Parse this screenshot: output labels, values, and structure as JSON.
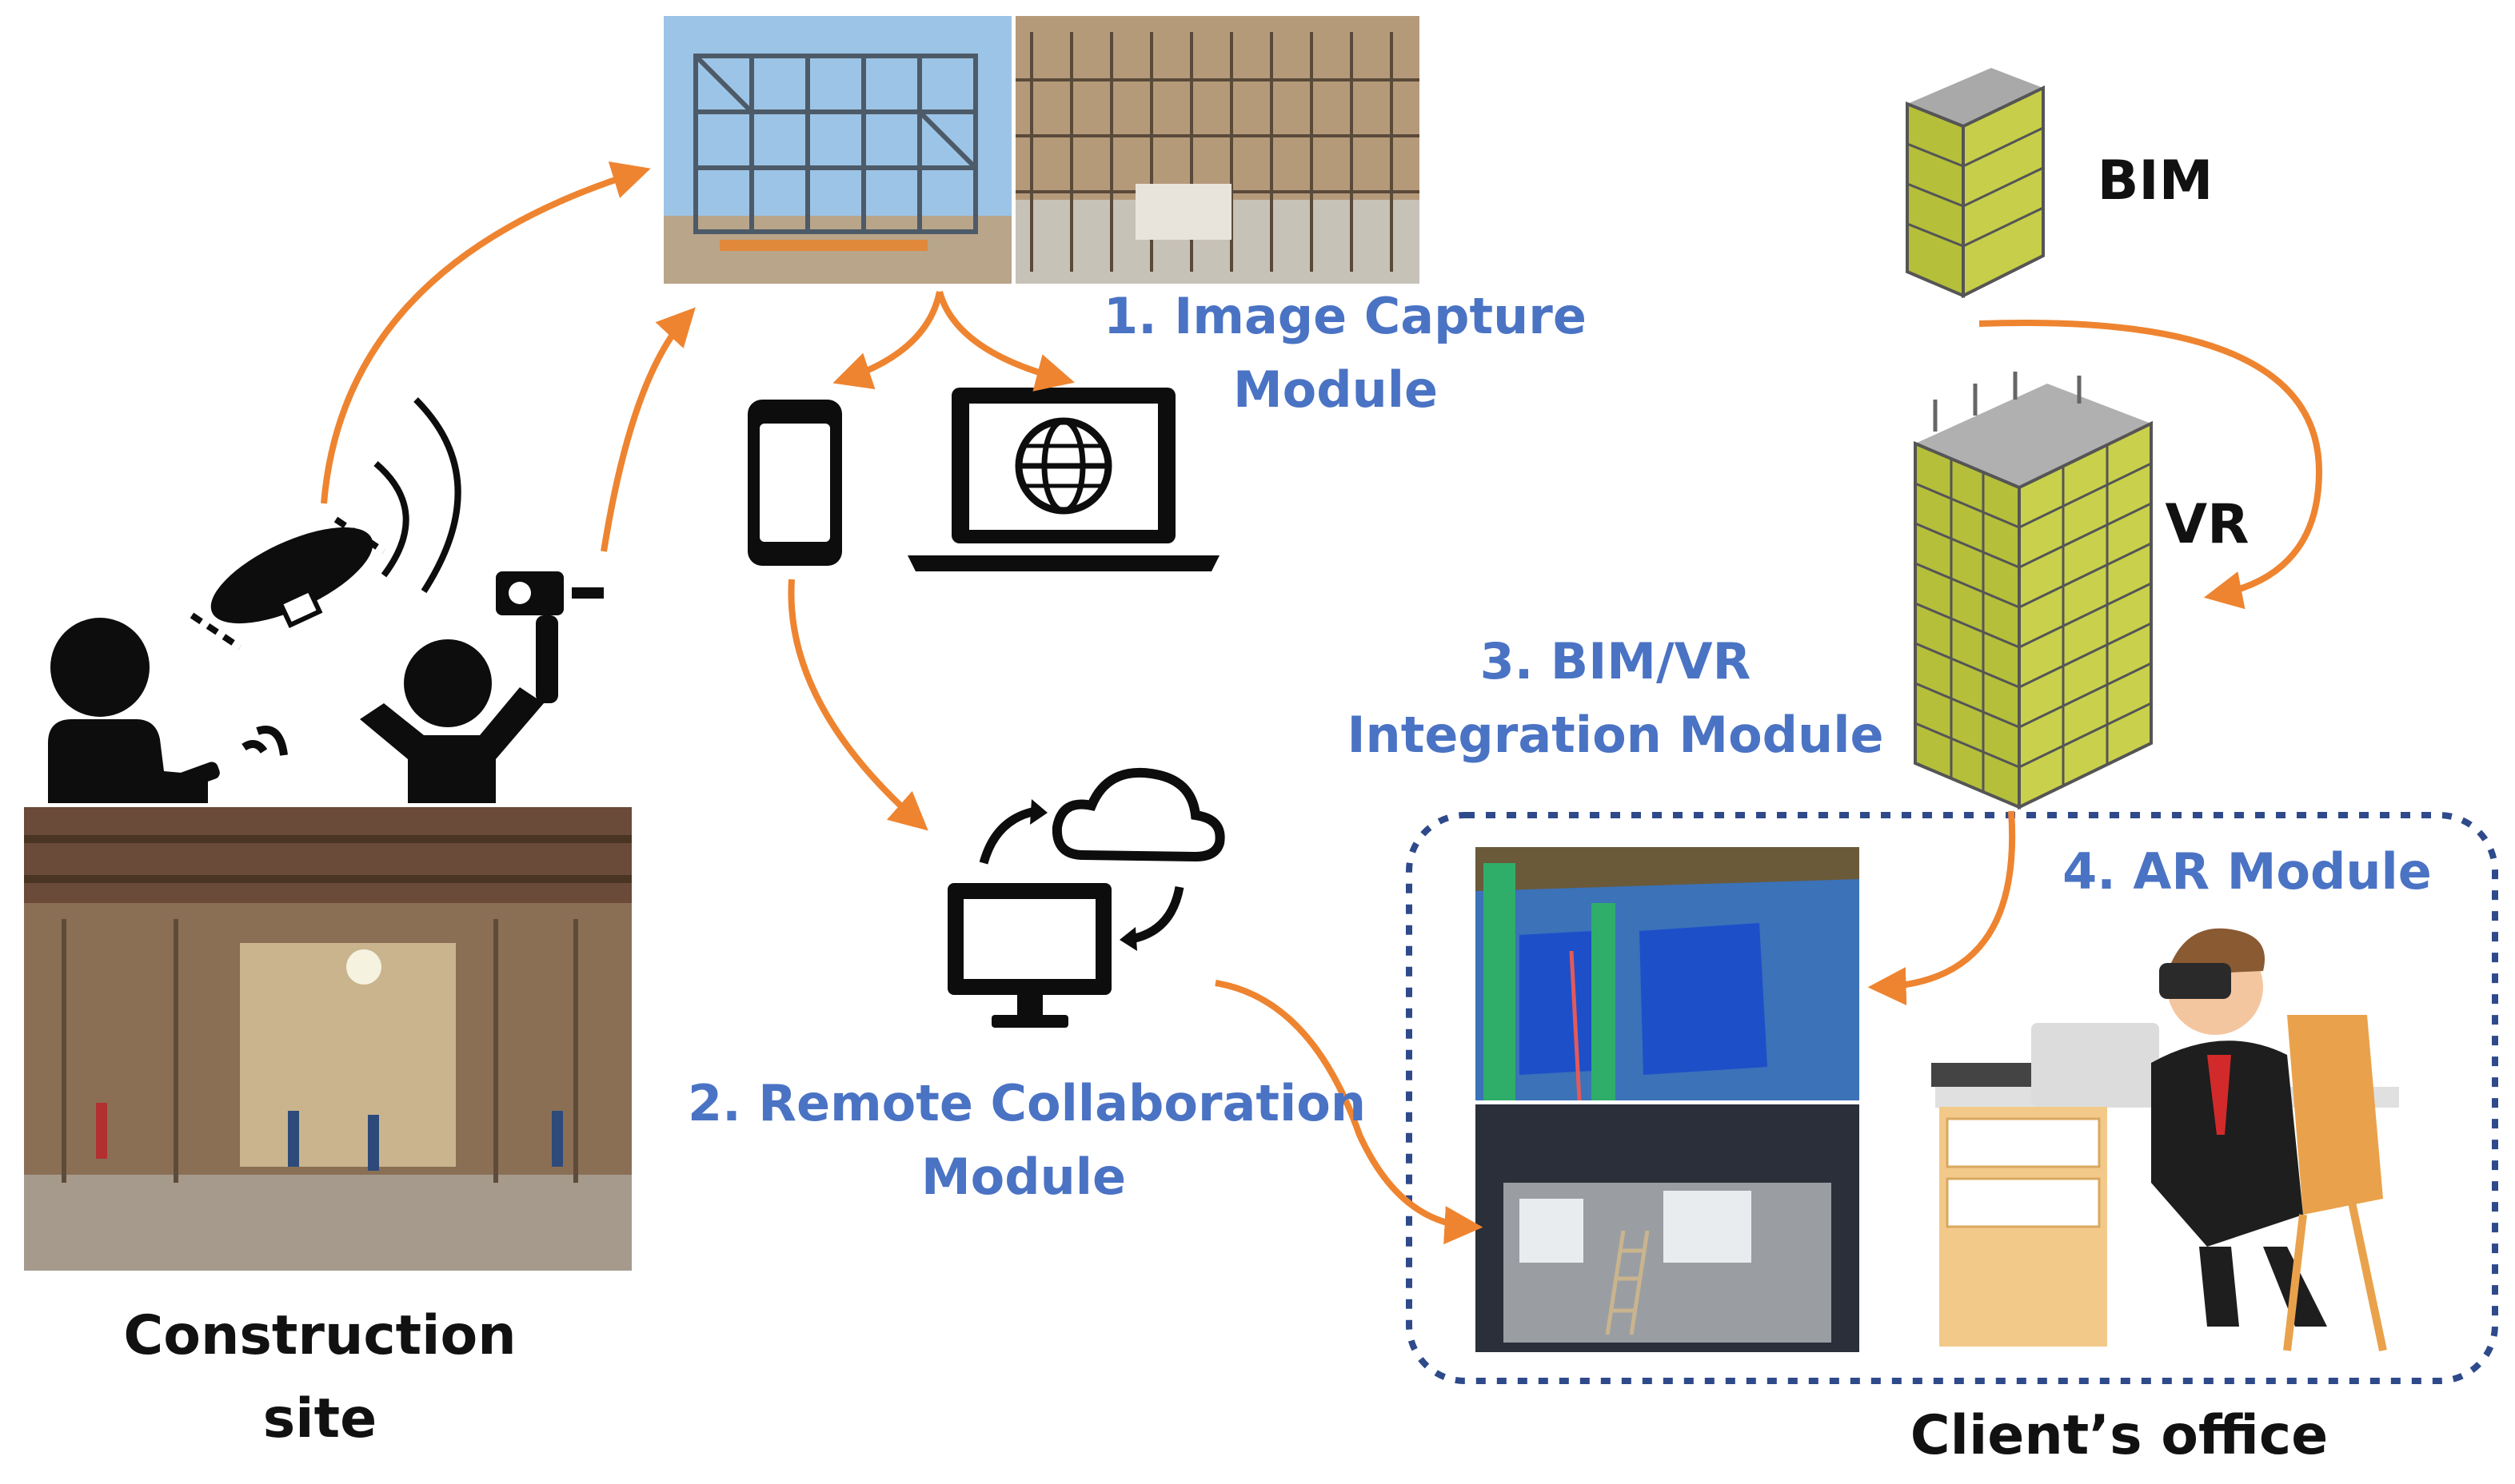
{
  "modules": {
    "image_capture": {
      "line1": "1. Image Capture",
      "line2": "Module"
    },
    "remote_collab": {
      "line1": "2. Remote Collaboration",
      "line2": "Module"
    },
    "bim_vr": {
      "line1": "3. BIM/VR",
      "line2": "Integration Module"
    },
    "ar": {
      "line1": "4. AR Module"
    }
  },
  "labels": {
    "construction_site_line1": "Construction",
    "construction_site_line2": "site",
    "clients_office": "Client’s office",
    "bim": "BIM",
    "vr": "VR"
  },
  "colors": {
    "arrow": "#ee8430",
    "module_text": "#4a73c4",
    "dotted_border": "#2e4a8b",
    "bim_facade": "#b5bf3a",
    "ar_blue_panel": "#3b72b8",
    "ar_green_column": "#2fae6a"
  },
  "icons": [
    "drone-icon",
    "gimbal-camera-icon",
    "operator-person-icon",
    "cameraman-person-icon",
    "smartphone-icon",
    "laptop-globe-icon",
    "cloud-sync-monitor-icon",
    "vr-headset-businessman-icon"
  ]
}
